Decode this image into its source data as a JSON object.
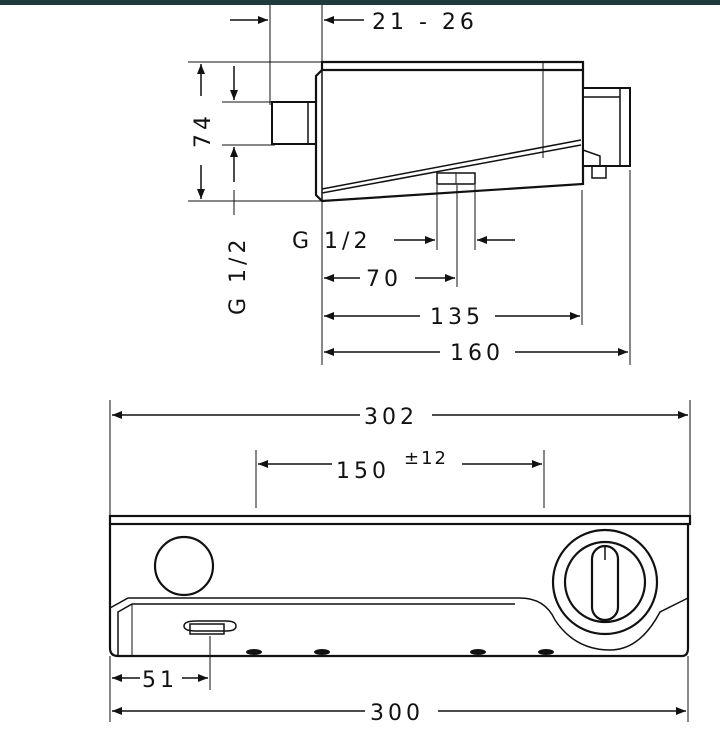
{
  "colors": {
    "top_bar": "#1f3a3a",
    "ink": "#111111",
    "background": "#ffffff"
  },
  "side_view": {
    "dims": {
      "projection": "21 - 26",
      "height": "74",
      "inlet_thread_vertical": "G 1/2",
      "outlet_thread": "G 1/2",
      "outlet_offset": "70",
      "body_depth": "135",
      "total_depth": "160"
    }
  },
  "front_view": {
    "dims": {
      "shelf_width": "302",
      "inlet_spacing": "150",
      "inlet_tolerance": "±12",
      "outlet_offset": "51",
      "body_width": "300"
    }
  }
}
